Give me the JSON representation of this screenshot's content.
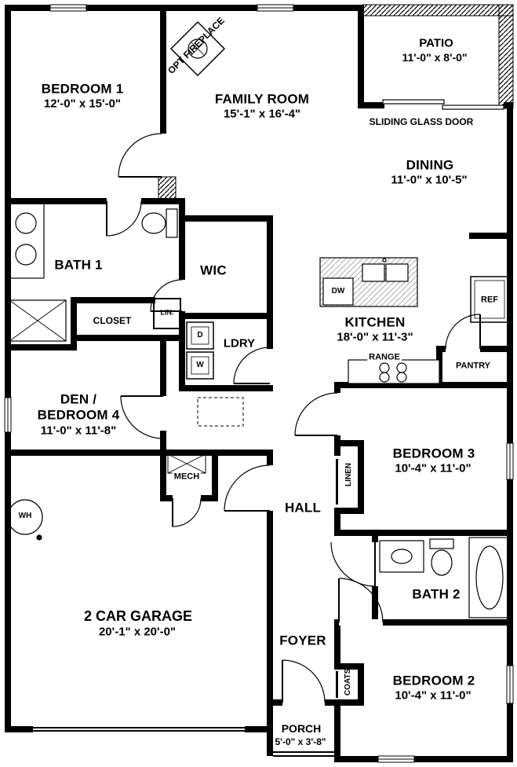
{
  "colors": {
    "wall": "#000000",
    "background": "#ffffff",
    "line": "#000000"
  },
  "rooms": {
    "bedroom1": {
      "name": "BEDROOM 1",
      "dims": "12'-0\" x 15'-0\""
    },
    "family_room": {
      "name": "FAMILY ROOM",
      "dims": "15'-1\" x 16'-4\""
    },
    "patio": {
      "name": "PATIO",
      "dims": "11'-0\" x 8'-0\""
    },
    "dining": {
      "name": "DINING",
      "dims": "11'-0\" x 10'-5\""
    },
    "bath1": {
      "name": "BATH 1"
    },
    "wic": {
      "name": "WIC"
    },
    "closet": {
      "name": "CLOSET"
    },
    "linen_small": {
      "name": "LIN."
    },
    "laundry": {
      "name": "LDRY"
    },
    "kitchen": {
      "name": "KITCHEN",
      "dims": "18'-0\" x 11'-3\""
    },
    "den_bedroom4": {
      "name_line1": "DEN /",
      "name_line2": "BEDROOM 4",
      "dims": "11'-0\" x 11'-8\""
    },
    "mech": {
      "name": "MECH"
    },
    "hall": {
      "name": "HALL"
    },
    "bedroom3": {
      "name": "BEDROOM 3",
      "dims": "10'-4\" x 11'-0\""
    },
    "linen": {
      "name": "LINEN"
    },
    "garage": {
      "name": "2 CAR GARAGE",
      "dims": "20'-1\" x 20'-0\""
    },
    "bath2": {
      "name": "BATH 2"
    },
    "foyer": {
      "name": "FOYER"
    },
    "coats": {
      "name": "COATS"
    },
    "bedroom2": {
      "name": "BEDROOM 2",
      "dims": "10'-4\" x 11'-0\""
    },
    "porch": {
      "name": "PORCH",
      "dims": "5'-0\" x 3'-8\""
    }
  },
  "annotations": {
    "opt_fireplace": "OPT FIREPLACE",
    "sliding_glass_door": "SLIDING GLASS DOOR",
    "dishwasher": "DW",
    "refrigerator": "REF",
    "range": "RANGE",
    "pantry": "PANTRY",
    "water_heater": "WH",
    "dryer": "D",
    "washer": "W"
  }
}
